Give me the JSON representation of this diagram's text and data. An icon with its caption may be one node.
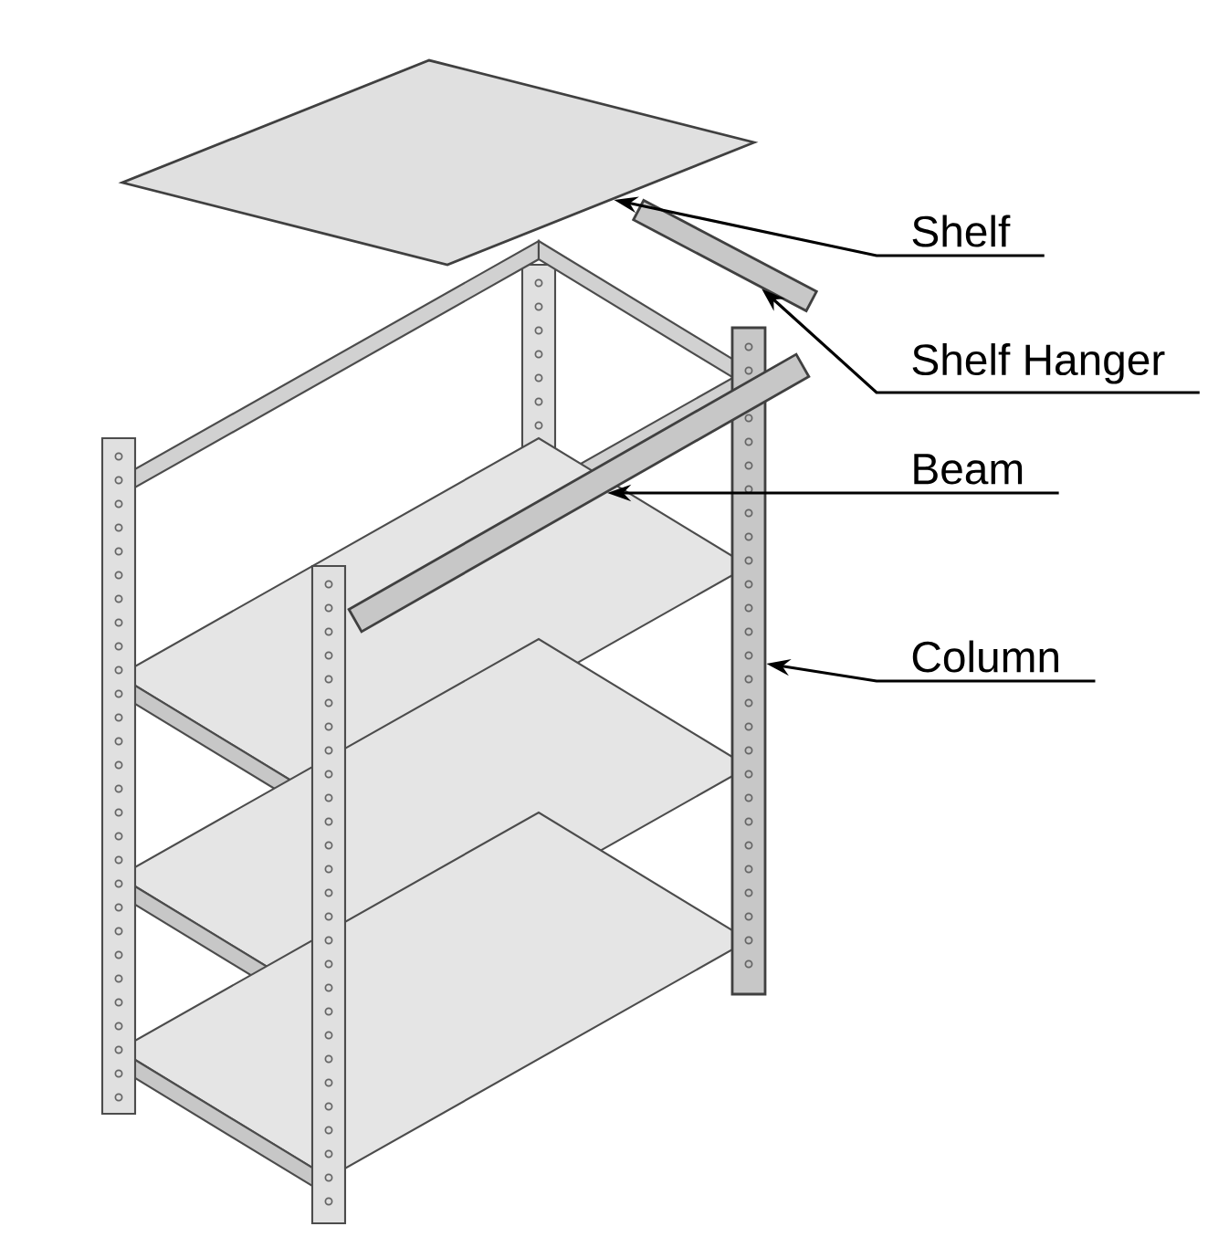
{
  "diagram": {
    "nodes": [
      {
        "text": [
          "Shelf"
        ]
      },
      {
        "text": [
          "Shelf Hanger"
        ]
      },
      {
        "text": [
          "Beam"
        ]
      },
      {
        "text": [
          "Column"
        ]
      },
      {
        "text": [],
        "shape": "box"
      },
      {
        "text": [],
        "shape": "bar"
      },
      {
        "text": [],
        "shape": "bar"
      },
      {
        "text": [],
        "shape": "bar"
      }
    ],
    "edges": [
      {
        "from": 0,
        "to": 4,
        "arrow": "to"
      },
      {
        "from": 1,
        "to": 5,
        "arrow": "to"
      },
      {
        "from": 2,
        "to": 6,
        "arrow": "to"
      },
      {
        "from": 3,
        "to": 7,
        "arrow": "to"
      }
    ]
  }
}
